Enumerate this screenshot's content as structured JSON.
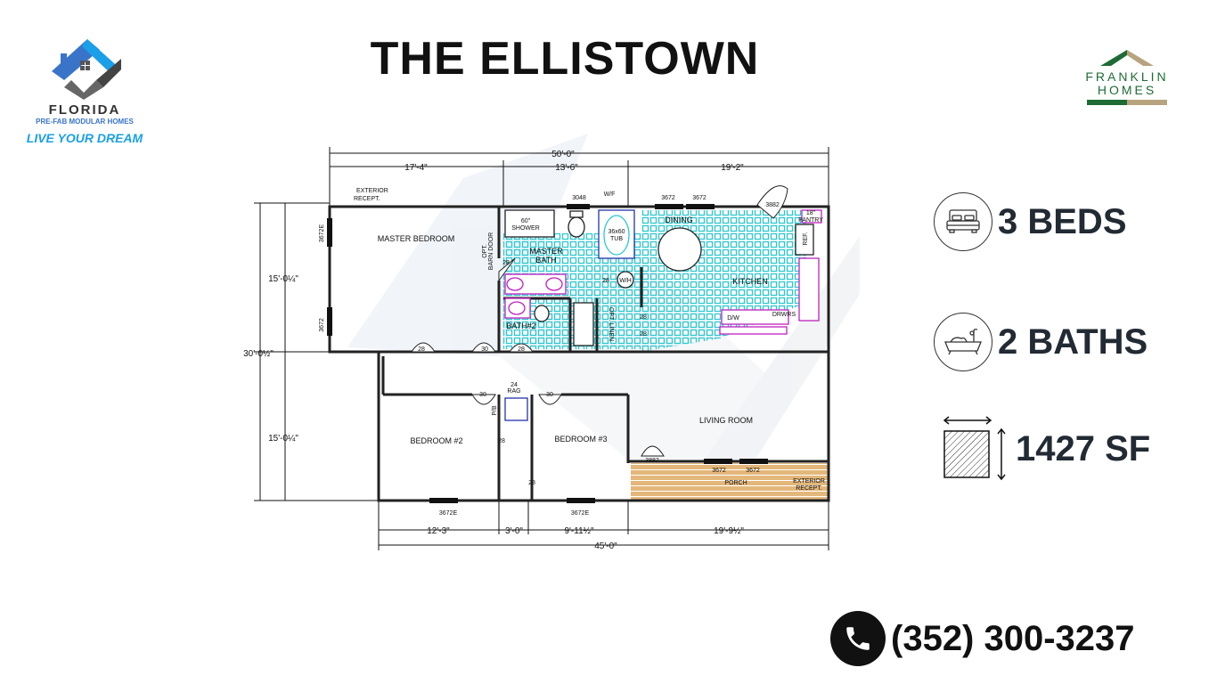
{
  "title": "THE ELLISTOWN",
  "brand_left": {
    "name": "FLORIDA",
    "subtitle": "PRE-FAB MODULAR HOMES",
    "tagline": "LIVE YOUR DREAM"
  },
  "brand_right": {
    "line1": "FRANKLIN",
    "line2": "HOMES",
    "colors": {
      "green": "#1e6b35",
      "tan": "#b7a37e"
    }
  },
  "stats": [
    {
      "icon": "bed-icon",
      "label": "3 BEDS"
    },
    {
      "icon": "bathtub-icon",
      "label": "2 BATHS"
    },
    {
      "icon": "square-footage-icon",
      "label": "1427 SF"
    }
  ],
  "phone": {
    "icon": "phone-icon",
    "number": "(352) 300-3237"
  },
  "plan": {
    "dims_top": {
      "overall": "50'-0\"",
      "seg1": "17'-4\"",
      "seg2": "13'-6\"",
      "seg3": "19'-2\""
    },
    "dims_left": {
      "upper": "15'-0¼\"",
      "overall": "30'-0½\"",
      "lower": "15'-0¼\""
    },
    "dims_bottom": {
      "seg1": "12'-3\"",
      "seg2": "3'-0\"",
      "seg3": "9'-11½\"",
      "seg4": "19'-9½\"",
      "overall": "45'-0\""
    },
    "rooms": {
      "master_bedroom": "MASTER BEDROOM",
      "master_bath": [
        "MASTER",
        "BATH"
      ],
      "shower": [
        "60\"",
        "SHOWER"
      ],
      "tub": [
        "36x60",
        "TUB"
      ],
      "dining": "DINING",
      "kitchen": "KITCHEN",
      "bath2": "BATH#2",
      "bedroom2": "BEDROOM #2",
      "bedroom3": "BEDROOM #3",
      "living": "LIVING ROOM",
      "porch": "PORCH",
      "pantry": [
        "18\"",
        "PANTRY"
      ],
      "ref": "REF.",
      "dw": "D/W",
      "drawers": "DRWRS",
      "wh": "W/H",
      "wf": "W/F",
      "barn_door": [
        "OPT.",
        "BARN DOOR"
      ],
      "rag": [
        "24",
        "RAG"
      ],
      "pb": "P/B",
      "linen": "OPT. LINEN",
      "ext_recept": [
        "EXTERIOR",
        "RECEPT."
      ]
    },
    "windows": {
      "w3048": "3048",
      "w3672a": "3672",
      "w3672b": "3672",
      "d3882a": "3882",
      "m3672e": "3672E",
      "m3672": "3672",
      "d3882b": "3882",
      "p3672a": "3672",
      "p3672b": "3672",
      "b3672e_a": "3672E",
      "b3672e_b": "3672E"
    },
    "doors": {
      "d1": "28",
      "d2": "28",
      "d3": "30",
      "d4": "28",
      "d5": "28",
      "d6": "28",
      "d7": "30",
      "d8": "30",
      "d9": "28",
      "d10": "28",
      "d11": "28"
    }
  }
}
